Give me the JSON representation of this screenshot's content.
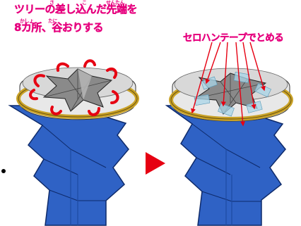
{
  "instructions": {
    "left_line1": "ツリーの差し込んだ先端を",
    "left_line2": "8カ所、谷おりする",
    "right": "セロハンテープでとめる"
  },
  "furigana": {
    "sa": "さ",
    "ko": "こ",
    "sentan": "せんたん",
    "kasho": "かしょ",
    "tani": "たに"
  },
  "colors": {
    "caption": "#e6007e",
    "tree_blue": "#2f62c5",
    "cup_gold": "#c9a227",
    "arrow_red": "#e60012",
    "fold_gray": "#8a8a8a",
    "tape": "#a9d6e8"
  }
}
